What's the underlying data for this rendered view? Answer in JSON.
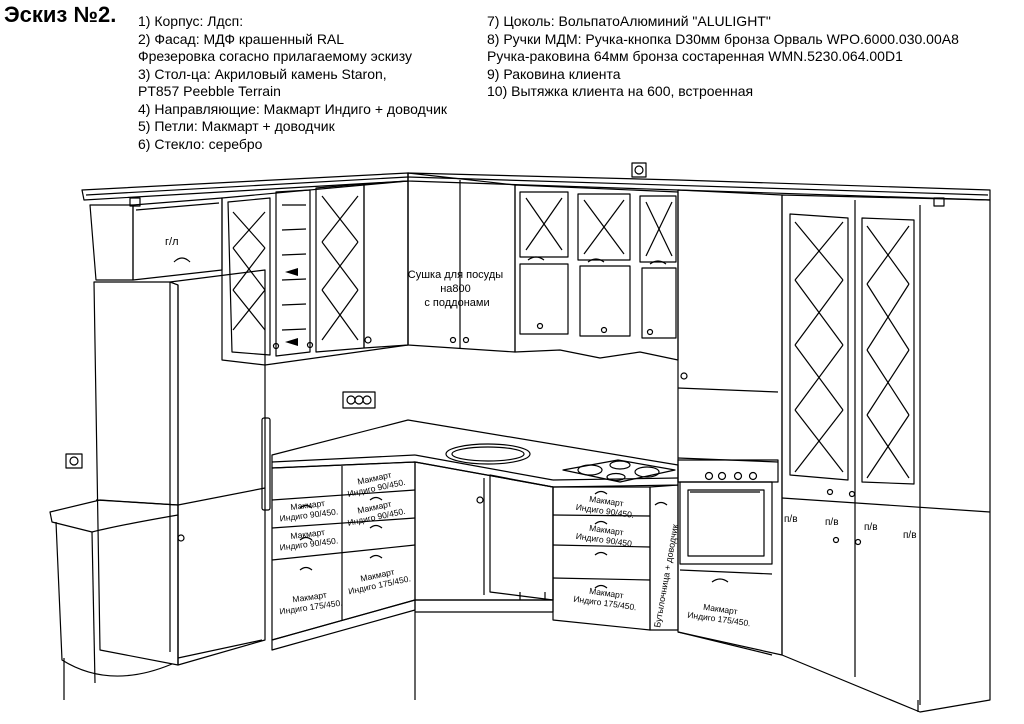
{
  "title": "Эскиз №2.",
  "specs_left": [
    "1) Корпус: Лдсп:",
    "2) Фасад: МДФ крашенный RAL",
    "Фрезеровка согасно прилагаемому эскизу",
    "3) Стол-ца: Акриловый камень Staron,",
    "PT857 Peebble Terrain",
    "4)  Направляющие: Макмарт Индиго + доводчик",
    "5) Петли: Макмарт + доводчик",
    "6) Стекло: серебро"
  ],
  "specs_right": [
    "7) Цоколь: ВольпатоАлюминий \"ALULIGHT\"",
    "8) Ручки МДМ: Ручка-кнопка D30мм бронза Орваль WPO.6000.030.00A8",
    "Ручка-раковина 64мм бронза состаренная WMN.5230.064.00D1",
    "9) Раковина клиента",
    "10) Вытяжка клиента на 600, встроенная"
  ],
  "labels": {
    "gl": "г/л",
    "dryer": [
      "Сушка для посуды",
      "на800",
      "с поддонами"
    ],
    "makmart_90": [
      "Макмарт",
      "Индиго 90/450."
    ],
    "makmart_175": [
      "Макмарт",
      "Индиго 175/450."
    ],
    "bottle": "Бутылочница + доводчик",
    "pv": "п/в"
  }
}
